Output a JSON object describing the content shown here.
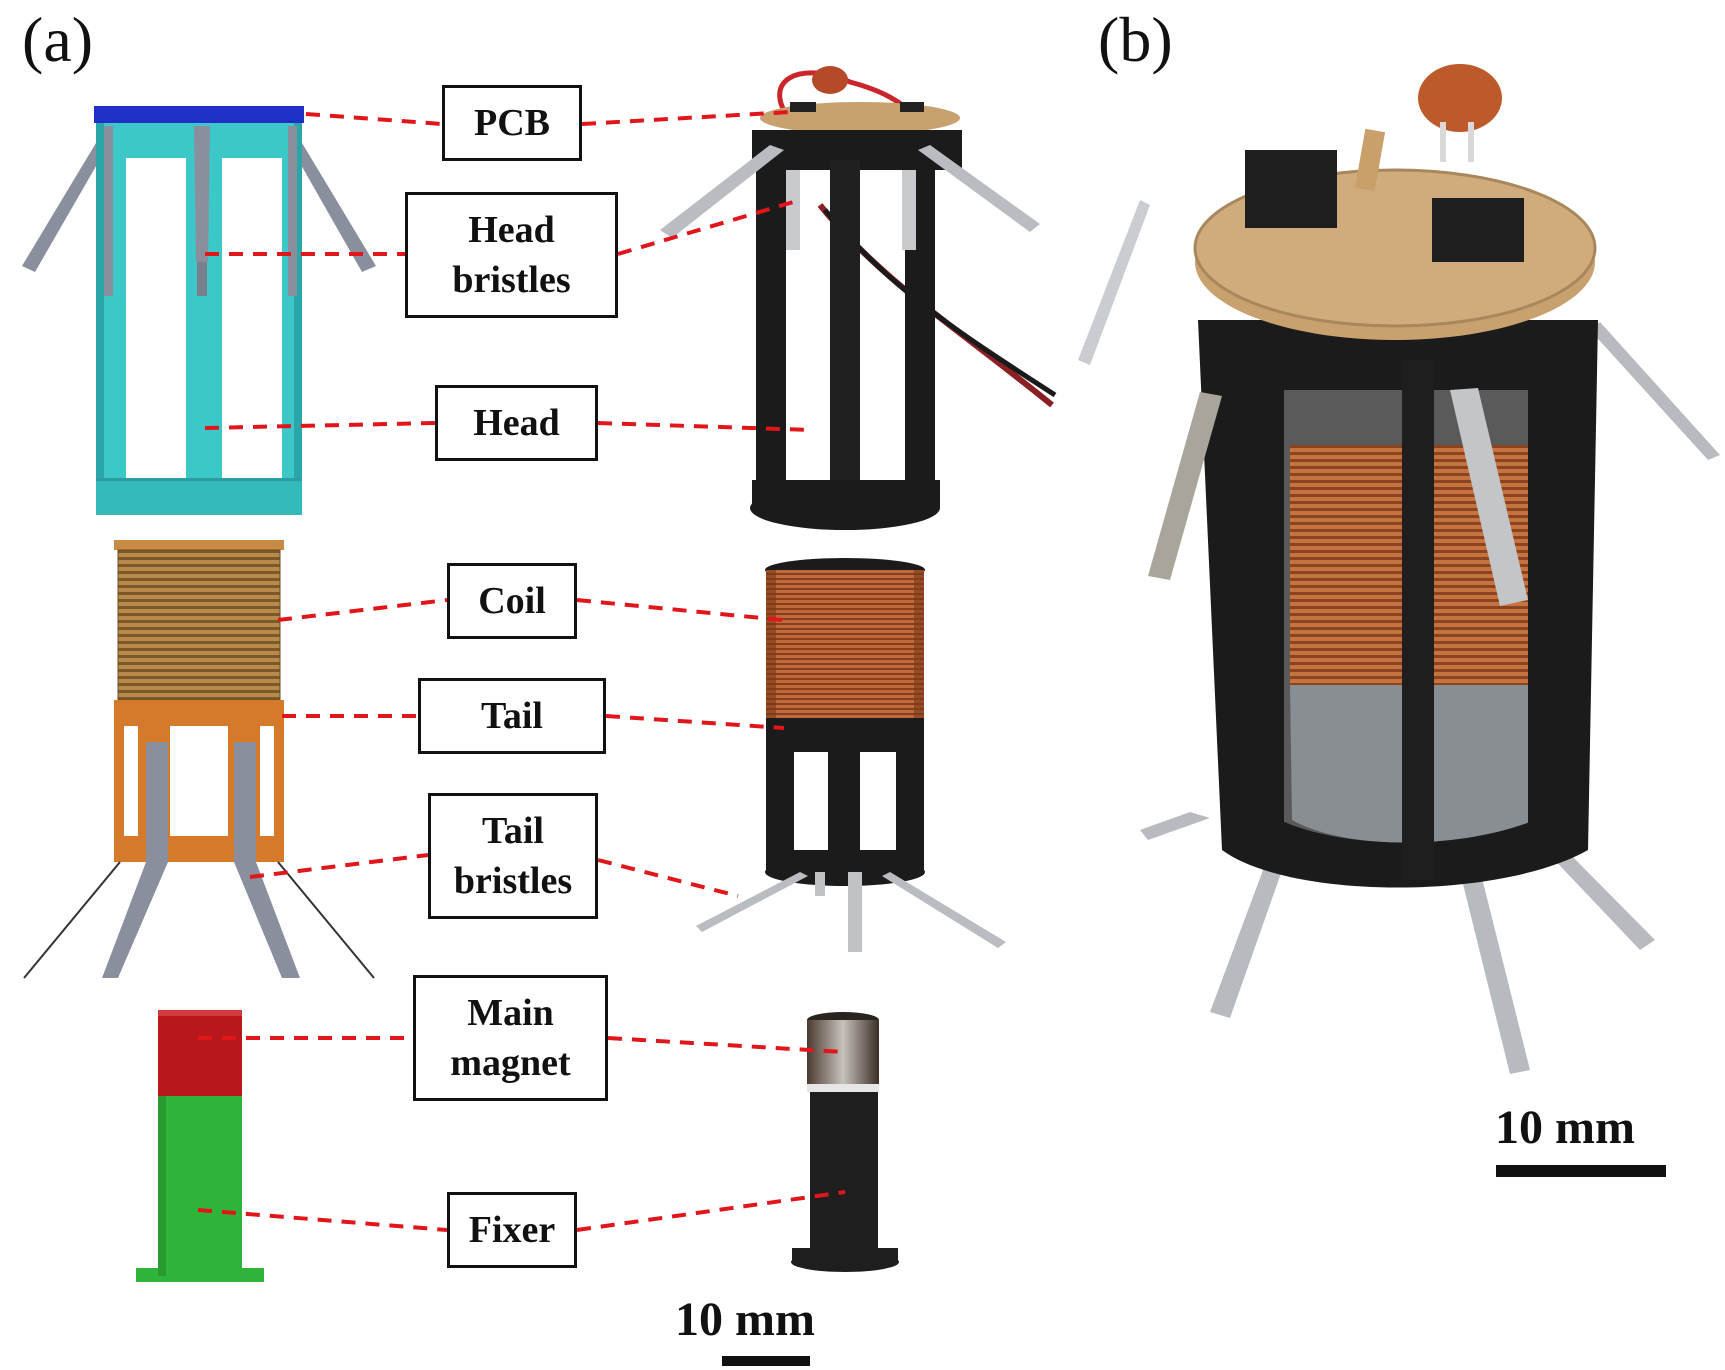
{
  "panels": {
    "a": "(a)",
    "b": "(b)"
  },
  "labels": {
    "pcb": "PCB",
    "head_bristles": "Head\nbristles",
    "head": "Head",
    "coil": "Coil",
    "tail": "Tail",
    "tail_bristles": "Tail\nbristles",
    "main_magnet": "Main\nmagnet",
    "fixer": "Fixer"
  },
  "scale": {
    "a": "10 mm",
    "b": "10 mm"
  },
  "colors": {
    "pcb_cad": "#1f2fc8",
    "head_cad": "#3cc7c9",
    "bristle_cad": "#8a8f9e",
    "coil_cad": "#b98a4a",
    "tail_cad": "#d5792a",
    "magnet_cad": "#b8181c",
    "fixer_cad": "#2fb43a",
    "leader": "#e0161b",
    "copper": "#c06a3c",
    "pcb_board": "#c9a16f",
    "frame": "#1b1b1b"
  }
}
